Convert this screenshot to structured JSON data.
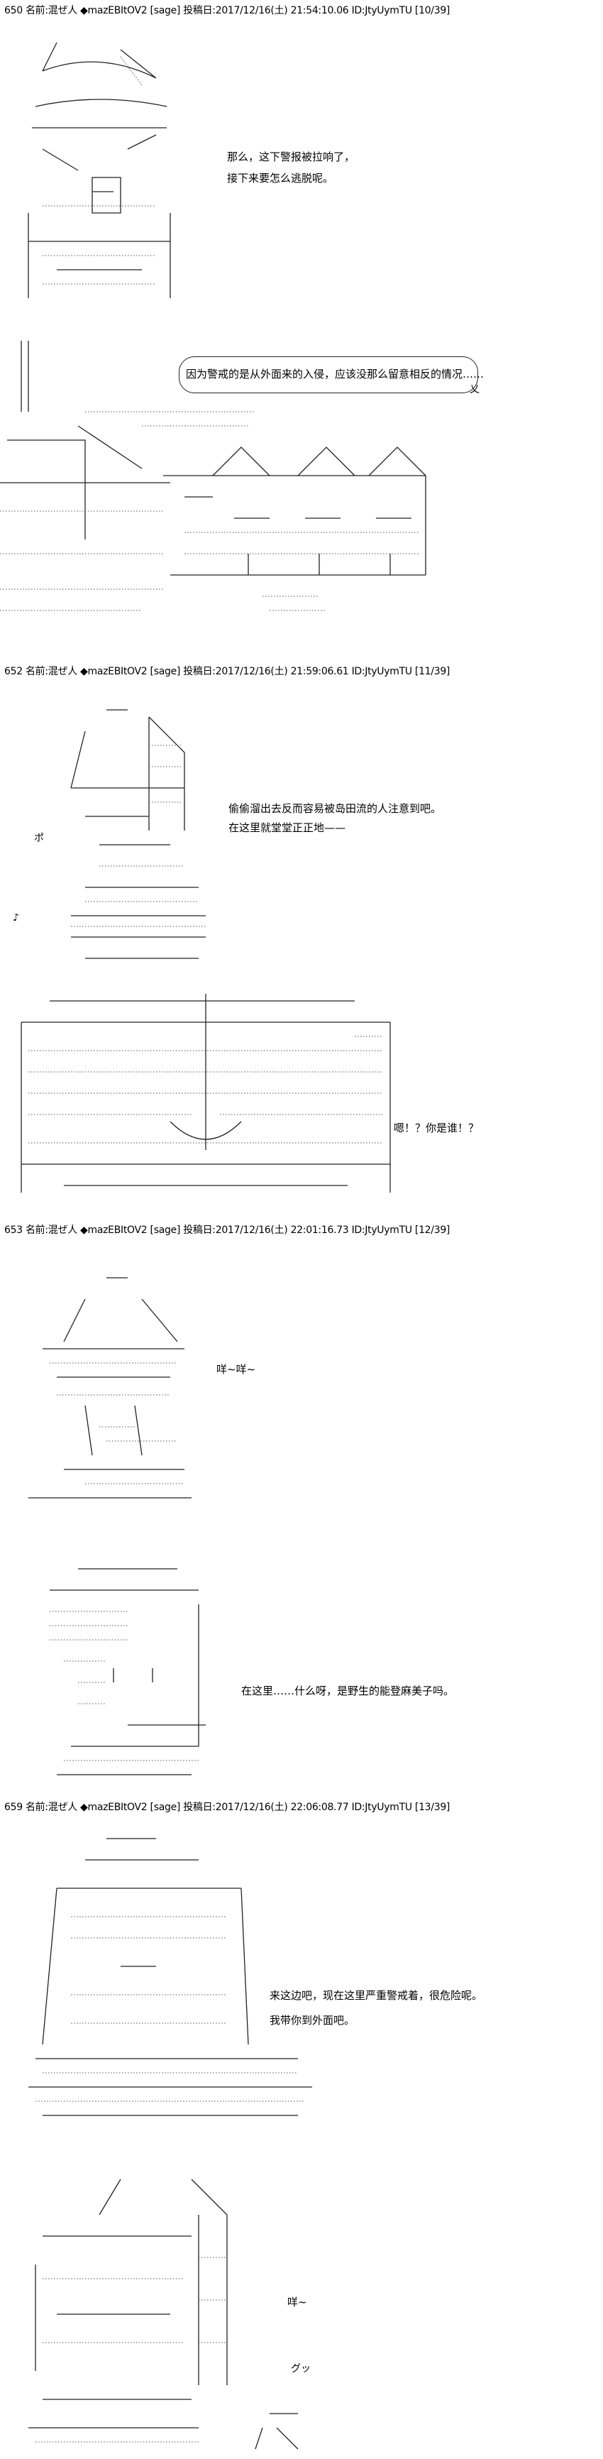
{
  "posts": [
    {
      "header": "650 名前:混ぜ人 ◆mazEBItOV2 [sage] 投稿日:2017/12/16(土) 21:54:10.06 ID:JtyUymTU [10/39]",
      "lines": [
        "那么，这下警报被拉响了，",
        "接下来要怎么逃脱呢。"
      ],
      "bubble": "因为警戒的是从外面来的入侵，应该没那么留意相反的情况……",
      "bubble_tail": "乂"
    },
    {
      "header": "652 名前:混ぜ人 ◆mazEBItOV2 [sage] 投稿日:2017/12/16(土) 21:59:06.61 ID:JtyUymTU [11/39]",
      "lines": [
        "偷偷溜出去反而容易被岛田流的人注意到吧。",
        "在这里就堂堂正正地——"
      ],
      "sfx": [
        "ポ",
        "♪"
      ],
      "lines2": [
        "嗯！？你是谁！？"
      ]
    },
    {
      "header": "653 名前:混ぜ人 ◆mazEBItOV2 [sage] 投稿日:2017/12/16(土) 22:01:16.73 ID:JtyUymTU [12/39]",
      "lines": [
        "咩~咩~"
      ],
      "lines2": [
        "在这里……什么呀，是野生的能登麻美子吗。"
      ]
    },
    {
      "header": "659 名前:混ぜ人 ◆mazEBItOV2 [sage] 投稿日:2017/12/16(土) 22:06:08.77 ID:JtyUymTU [13/39]",
      "lines": [
        "来这边吧，现在这里严重警戒着，很危险呢。",
        "我带你到外面吧。"
      ],
      "lines2": [
        "咩~"
      ],
      "sfx": [
        "グッ"
      ]
    }
  ]
}
